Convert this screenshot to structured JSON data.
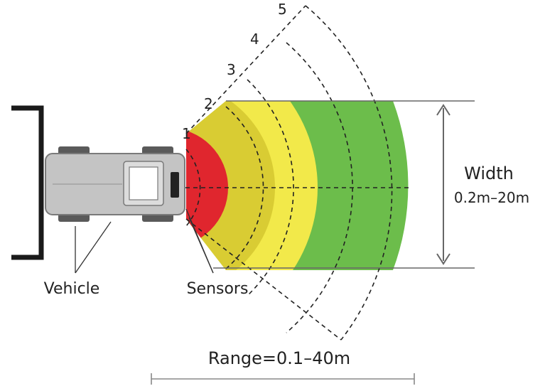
{
  "labels": {
    "vehicle": "Vehicle",
    "sensors": "Sensors",
    "width_title": "Width",
    "width_value": "0.2m–20m",
    "range": "Range=0.1–40m"
  },
  "zones": [
    "1",
    "2",
    "3",
    "4",
    "5"
  ],
  "colors": {
    "zone_red": "#e0262e",
    "zone_yellow_dark": "#d9cc33",
    "zone_yellow": "#f2e94a",
    "zone_green": "#6cbd4b",
    "vehicle_body": "#c4c4c4",
    "vehicle_outline": "#7a7a7a",
    "tire": "#5a5a5a",
    "lines": "#333333",
    "bracket": "#1a1a1a"
  }
}
